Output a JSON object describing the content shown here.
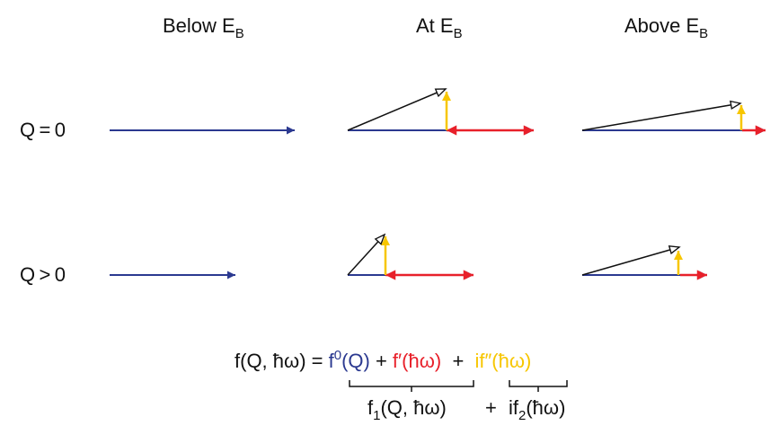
{
  "columns": {
    "below": {
      "main": "Below E",
      "sub": "B"
    },
    "at": {
      "main": "At E",
      "sub": "B"
    },
    "above": {
      "main": "Above E",
      "sub": "B"
    }
  },
  "rows": {
    "q0": "Q = 0",
    "qgt": "Q > 0"
  },
  "equation": {
    "lhs": "f(Q, ħω) = ",
    "f0_main": "f",
    "f0_sup": "0",
    "f0_arg": "(Q)",
    "plus1": " + ",
    "fprime": "f′(ħω)",
    "plus2": "  +  ",
    "fdprime": "if″(ħω)"
  },
  "brace_labels": {
    "f1_main": "f",
    "f1_sub": "1",
    "f1_arg": "(Q, ħω)",
    "plus": "+",
    "if2_main": "if",
    "if2_sub": "2",
    "if2_arg": "(ħω)"
  },
  "colors": {
    "blue": "#2b3990",
    "red": "#e8202a",
    "yellow": "#f7c600",
    "black": "#111111"
  }
}
